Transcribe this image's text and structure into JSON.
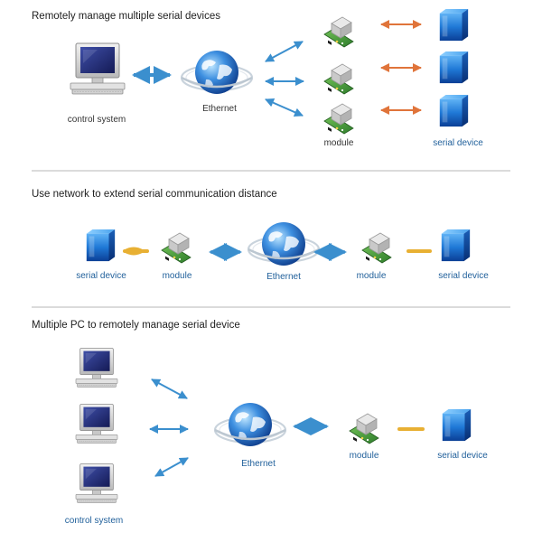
{
  "sections": [
    {
      "title": "Remotely manage multiple serial devices",
      "labels": {
        "control": "control system",
        "ethernet": "Ethernet",
        "module": "module",
        "serial": "serial device"
      }
    },
    {
      "title": "Use network to extend serial communication distance",
      "labels": {
        "serial_left": "serial device",
        "module_left": "module",
        "ethernet": "Ethernet",
        "module_right": "module",
        "serial_right": "serial device"
      }
    },
    {
      "title": "Multiple PC to remotely manage serial device",
      "labels": {
        "control": "control system",
        "ethernet": "Ethernet",
        "module": "module",
        "serial": "serial device"
      }
    }
  ],
  "colors": {
    "network_arrow": "#3b8fce",
    "serial_arrow_orange": "#e0743a",
    "serial_arrow_yellow": "#e8b033",
    "cube": "#1b6fd1",
    "divider": "#cfcfcf"
  },
  "icons": [
    "computer-icon",
    "globe-icon",
    "module-icon",
    "cube-icon"
  ]
}
